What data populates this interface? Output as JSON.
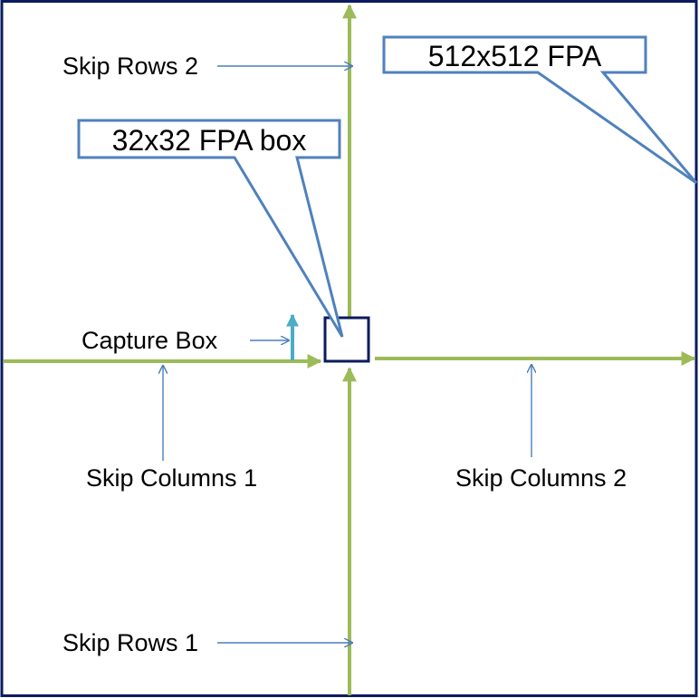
{
  "labels": {
    "skip_rows_2": "Skip Rows 2",
    "skip_rows_1": "Skip Rows 1",
    "skip_columns_1": "Skip Columns 1",
    "skip_columns_2": "Skip Columns 2",
    "capture_box": "Capture Box"
  },
  "callouts": {
    "fpa_512": "512x512 FPA",
    "fpa_32_box": "32x32 FPA box"
  },
  "colors": {
    "frame": "#0b1b5e",
    "green_arrow": "#9bbb59",
    "blue_line": "#4a7ebb",
    "cyan_arrow": "#4bacc6",
    "callout_border": "#4f81bd"
  }
}
